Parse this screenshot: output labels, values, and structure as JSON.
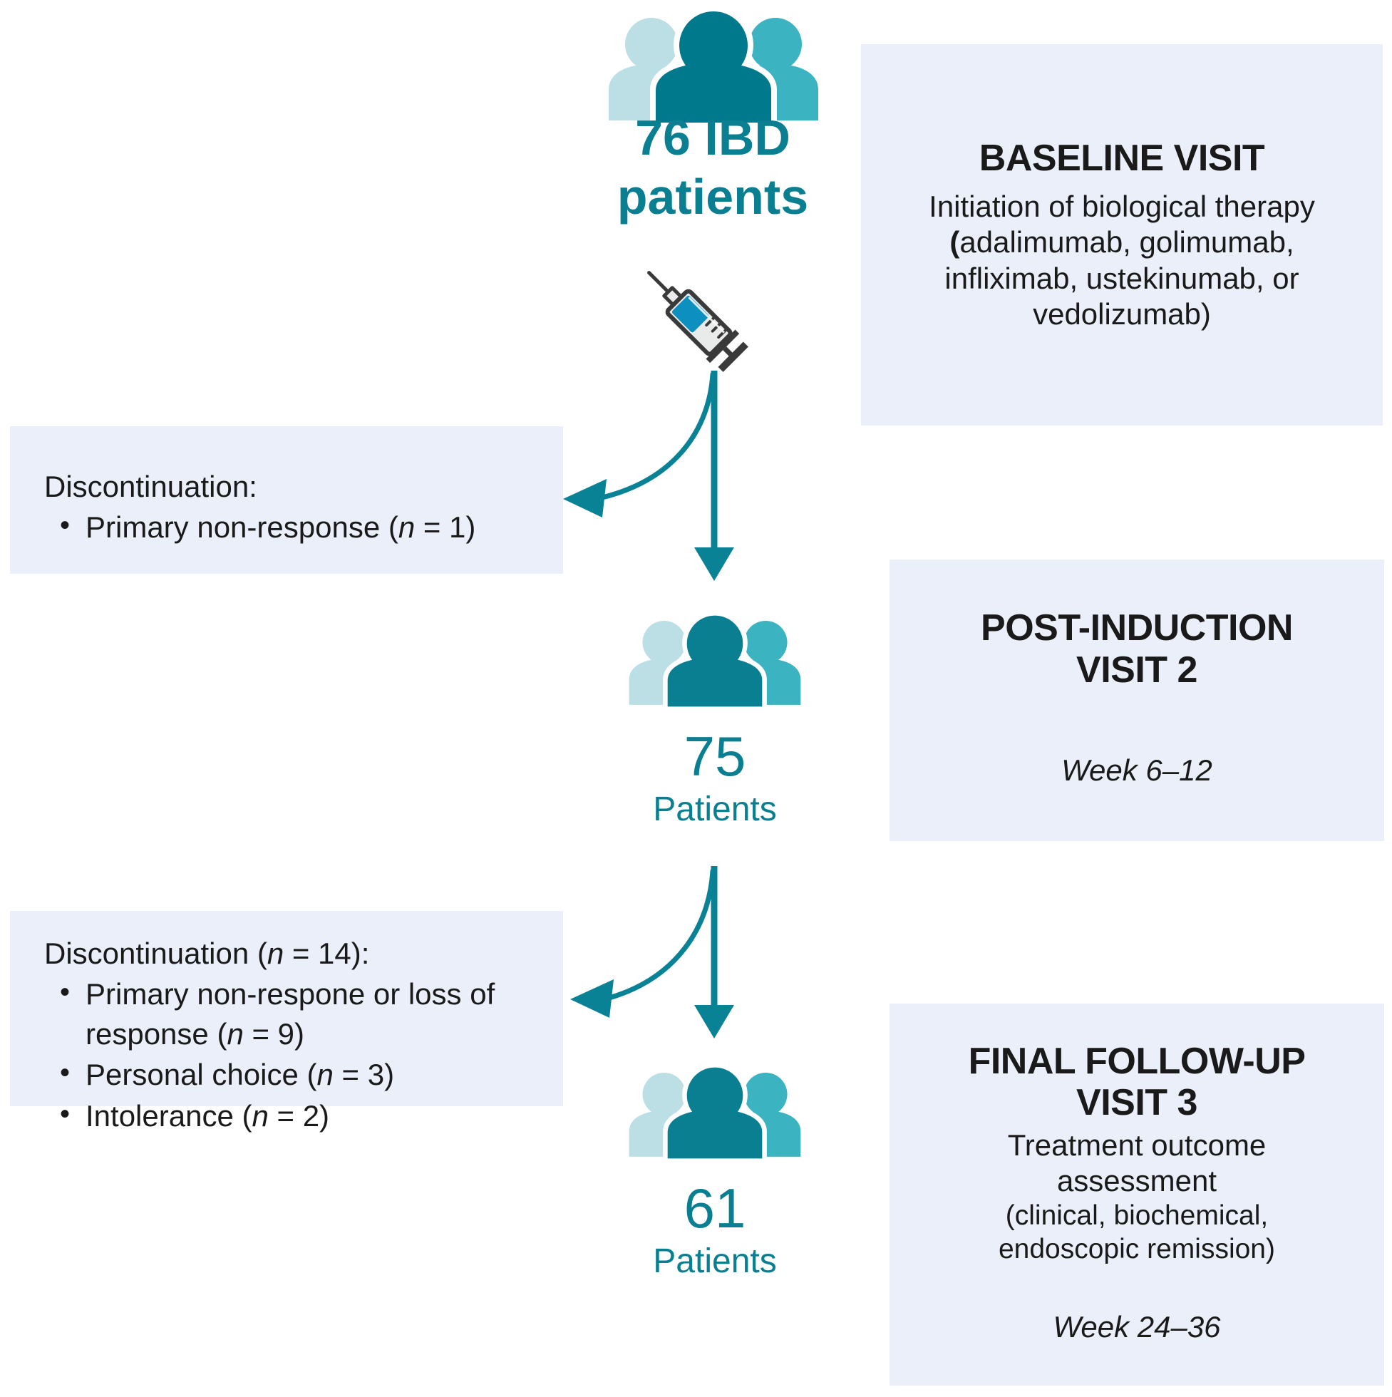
{
  "colors": {
    "teal_dark": "#0b7f92",
    "teal_mid": "#3cb3c1",
    "teal_light": "#bcdfe6",
    "panel_bg": "#eaeff9",
    "arrow": "#0a8296",
    "syringe_fluid": "#0d8fbf",
    "syringe_body": "#e9eaea",
    "syringe_outline": "#3a3a3a",
    "text": "#1a1a1a"
  },
  "hero": {
    "icon": "three-people-icon",
    "label_line1": "76 IBD",
    "label_line2": "patients",
    "syringe_icon": "syringe-icon"
  },
  "stages": [
    {
      "title": "BASELINE VISIT",
      "body_lines": [
        "Initiation of biological therapy",
        "(adalimumab, golimumab,",
        "infliximab, ustekinumab, or",
        "vedolizumab)"
      ],
      "week": ""
    },
    {
      "title_line1": "POST-INDUCTION",
      "title_line2": "VISIT 2",
      "body_lines": [],
      "week": "Week 6–12"
    },
    {
      "title_line1": "FINAL FOLLOW-UP",
      "title_line2": "VISIT 3",
      "body_lines": [
        "Treatment outcome",
        "assessment"
      ],
      "body_small_lines": [
        "(clinical, biochemical,",
        "endoscopic remission)"
      ],
      "week": "Week 24–36"
    }
  ],
  "dropouts": [
    {
      "heading": "Discontinuation:",
      "items": [
        {
          "text_before": "Primary non-response (",
          "n": "n",
          "text_after": " = 1)"
        }
      ]
    },
    {
      "heading_before": "Discontinuation (",
      "heading_n": "n",
      "heading_after": " = 14):",
      "items": [
        {
          "text_before": "Primary non-respone or loss of response (",
          "n": "n",
          "text_after": " = 9)"
        },
        {
          "text_before": "Personal choice (",
          "n": "n",
          "text_after": " = 3)"
        },
        {
          "text_before": "Intolerance (",
          "n": "n",
          "text_after": " = 2)"
        }
      ]
    }
  ],
  "cohorts": [
    {
      "icon": "three-people-icon",
      "count": "75",
      "label": "Patients"
    },
    {
      "icon": "three-people-icon",
      "count": "61",
      "label": "Patients"
    }
  ]
}
